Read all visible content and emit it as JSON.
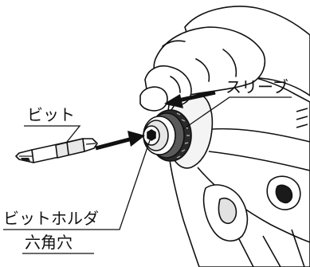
{
  "labels": {
    "bit": "ビット",
    "sleeve": "スリーブ",
    "bit_holder": "ビットホルダ",
    "hexagonal_hole": "六角穴"
  },
  "colors": {
    "line": "#111111",
    "paper": "#ffffff",
    "shade": "#d9d9d9",
    "dark": "#1a1a1a"
  }
}
